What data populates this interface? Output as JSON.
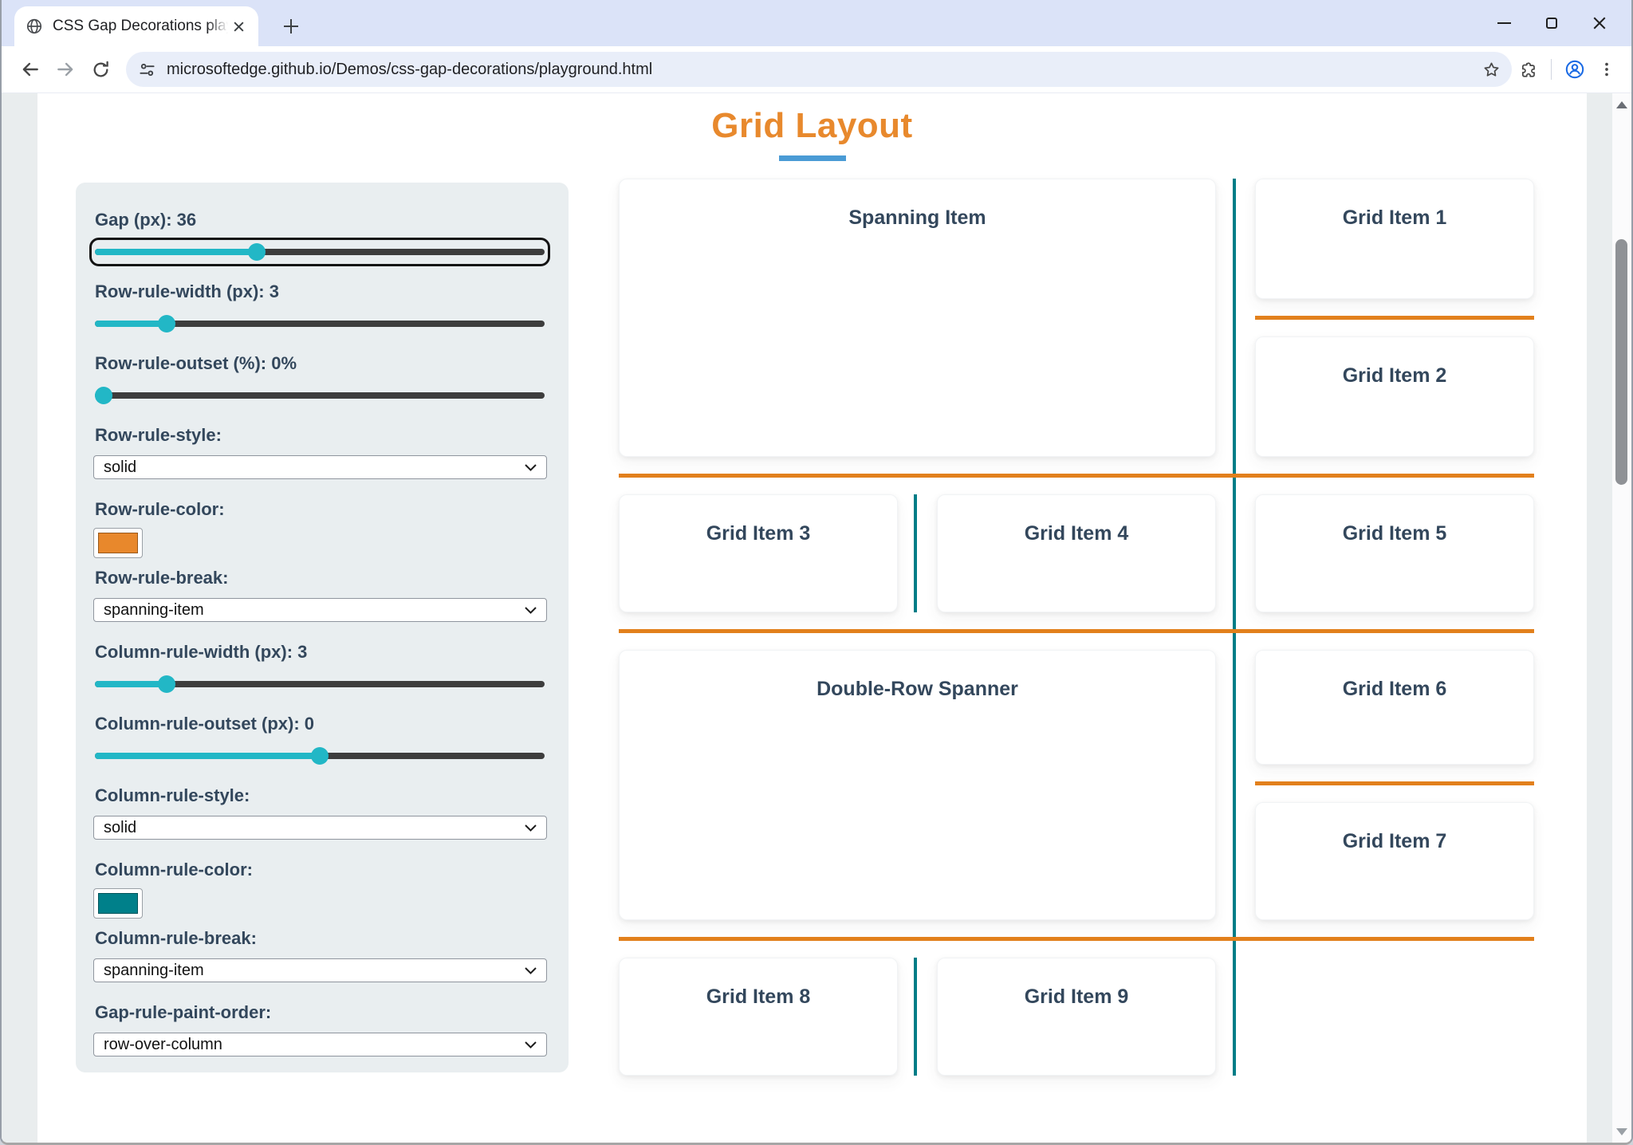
{
  "browser": {
    "tab": {
      "title": "CSS Gap Decorations playgroun",
      "favicon": "globe-icon"
    },
    "url": "microsoftedge.github.io/Demos/css-gap-decorations/playground.html",
    "window_controls": {
      "minimize": "minimize",
      "maximize": "maximize",
      "close": "close"
    }
  },
  "page": {
    "title": "Grid Layout",
    "accent": {
      "title_color": "#E8892D",
      "underline_color": "#4A9BD5",
      "slider_color": "#22B7C6",
      "label_color": "#33475C"
    },
    "sidebar": {
      "controls": [
        {
          "type": "slider",
          "label": "Gap (px): 36",
          "value": 36,
          "thumb_percent": 36,
          "focused": true
        },
        {
          "type": "slider",
          "label": "Row-rule-width (px): 3",
          "value": 3,
          "thumb_percent": 16,
          "focused": false
        },
        {
          "type": "slider",
          "label": "Row-rule-outset (%): 0%",
          "value": 0,
          "thumb_percent": 2,
          "focused": false
        },
        {
          "type": "select",
          "label": "Row-rule-style:",
          "value": "solid"
        },
        {
          "type": "color",
          "label": "Row-rule-color:",
          "value": "#E8882C"
        },
        {
          "type": "select",
          "label": "Row-rule-break:",
          "value": "spanning-item"
        },
        {
          "type": "slider",
          "label": "Column-rule-width (px): 3",
          "value": 3,
          "thumb_percent": 16,
          "focused": false
        },
        {
          "type": "slider",
          "label": "Column-rule-outset (px): 0",
          "value": 0,
          "thumb_percent": 50,
          "focused": false
        },
        {
          "type": "select",
          "label": "Column-rule-style:",
          "value": "solid"
        },
        {
          "type": "color",
          "label": "Column-rule-color:",
          "value": "#00808A"
        },
        {
          "type": "select",
          "label": "Column-rule-break:",
          "value": "spanning-item"
        },
        {
          "type": "select",
          "label": "Gap-rule-paint-order:",
          "value": "row-over-column"
        }
      ]
    },
    "grid": {
      "row_rule_color": "#E2801C",
      "column_rule_color": "#007D87",
      "items": [
        {
          "label": "Spanning Item",
          "col": "1 / 3",
          "row": "1 / 3"
        },
        {
          "label": "Grid Item 1",
          "col": "3",
          "row": "1"
        },
        {
          "label": "Grid Item 2",
          "col": "3",
          "row": "2"
        },
        {
          "label": "Grid Item 3",
          "col": "1",
          "row": "3"
        },
        {
          "label": "Grid Item 4",
          "col": "2",
          "row": "3"
        },
        {
          "label": "Grid Item 5",
          "col": "3",
          "row": "3"
        },
        {
          "label": "Double-Row Spanner",
          "col": "1 / 3",
          "row": "4 / 6"
        },
        {
          "label": "Grid Item 6",
          "col": "3",
          "row": "4"
        },
        {
          "label": "Grid Item 7",
          "col": "3",
          "row": "5"
        },
        {
          "label": "Grid Item 8",
          "col": "1",
          "row": "6"
        },
        {
          "label": "Grid Item 9",
          "col": "2",
          "row": "6"
        }
      ]
    }
  }
}
